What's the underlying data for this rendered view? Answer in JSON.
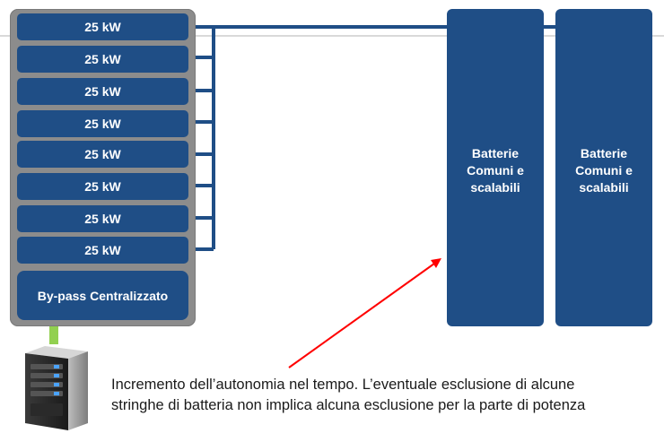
{
  "modules": [
    {
      "label": "25 kW"
    },
    {
      "label": "25 kW"
    },
    {
      "label": "25 kW"
    },
    {
      "label": "25 kW"
    },
    {
      "label": "25 kW"
    },
    {
      "label": "25 kW"
    },
    {
      "label": "25 kW"
    },
    {
      "label": "25 kW"
    }
  ],
  "bypass": {
    "label": "By-pass Centralizzato"
  },
  "batteries": [
    {
      "line1": "Batterie",
      "line2": "Comuni e",
      "line3": "scalabili"
    },
    {
      "line1": "Batterie",
      "line2": "Comuni e",
      "line3": "scalabili"
    }
  ],
  "caption": {
    "line1": "Incremento dell’autonomia nel tempo. L’eventuale esclusione di alcune",
    "line2": "stringhe di batteria non implica alcuna esclusione per la parte di potenza"
  },
  "colors": {
    "module_blue": "#1f4e86",
    "rack_gray": "#8c8c8c",
    "arrow_red": "#ff0000",
    "connector_green": "#92d050"
  },
  "icons": {
    "server": "server-tower-icon",
    "arrow": "red-arrow"
  }
}
